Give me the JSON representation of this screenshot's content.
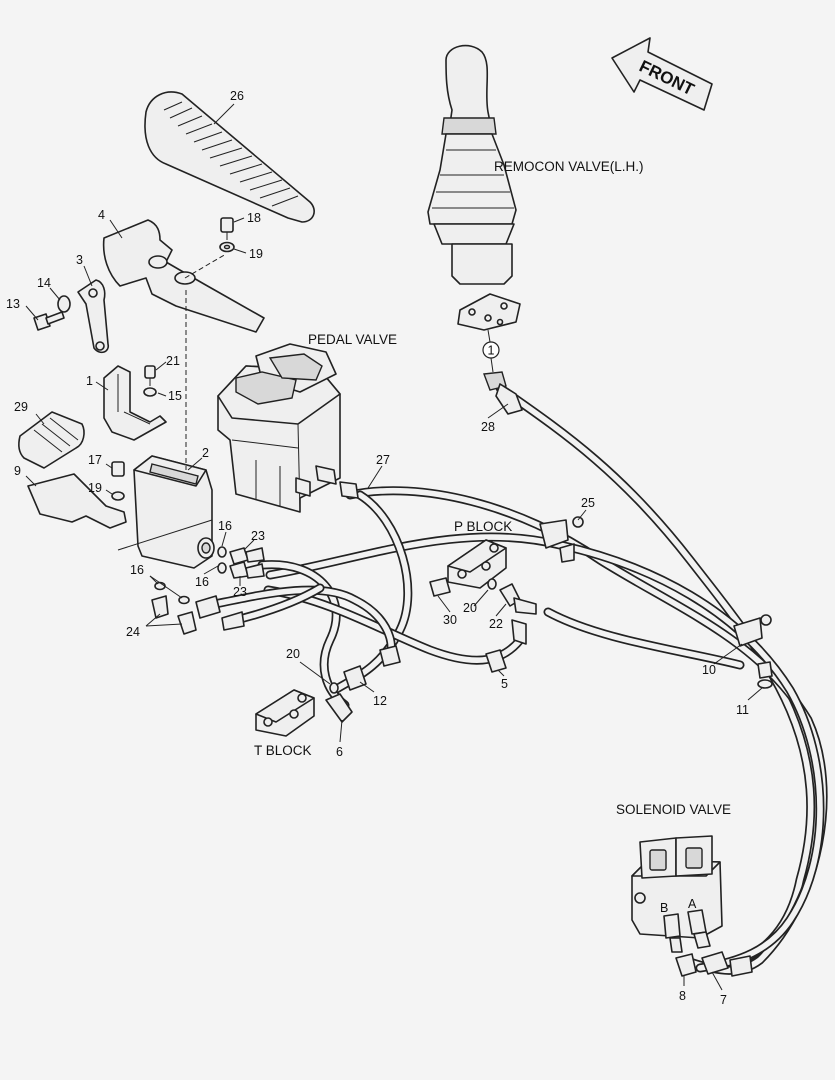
{
  "indicator": {
    "front": "FRONT",
    "circled_part": "1"
  },
  "captions": {
    "remocon_valve": "REMOCON VALVE(L.H.)",
    "pedal_valve": "PEDAL VALVE",
    "p_block": "P BLOCK",
    "t_block": "T BLOCK",
    "solenoid_valve": "SOLENOID VALVE",
    "port_b": "B",
    "port_a": "A"
  },
  "callouts": [
    {
      "id": "c26",
      "text": "26"
    },
    {
      "id": "c18",
      "text": "18"
    },
    {
      "id": "c4",
      "text": "4"
    },
    {
      "id": "c19a",
      "text": "19"
    },
    {
      "id": "c3",
      "text": "3"
    },
    {
      "id": "c14",
      "text": "14"
    },
    {
      "id": "c13",
      "text": "13"
    },
    {
      "id": "c1",
      "text": "1"
    },
    {
      "id": "c21",
      "text": "21"
    },
    {
      "id": "c15",
      "text": "15"
    },
    {
      "id": "c29",
      "text": "29"
    },
    {
      "id": "c2",
      "text": "2"
    },
    {
      "id": "c17",
      "text": "17"
    },
    {
      "id": "c9",
      "text": "9"
    },
    {
      "id": "c19b",
      "text": "19"
    },
    {
      "id": "c16a",
      "text": "16"
    },
    {
      "id": "c23a",
      "text": "23"
    },
    {
      "id": "c16b",
      "text": "16"
    },
    {
      "id": "c16c",
      "text": "16"
    },
    {
      "id": "c23b",
      "text": "23"
    },
    {
      "id": "c24",
      "text": "24"
    },
    {
      "id": "c27",
      "text": "27"
    },
    {
      "id": "c28",
      "text": "28"
    },
    {
      "id": "c25",
      "text": "25"
    },
    {
      "id": "c30",
      "text": "30"
    },
    {
      "id": "c20a",
      "text": "20"
    },
    {
      "id": "c22",
      "text": "22"
    },
    {
      "id": "c5",
      "text": "5"
    },
    {
      "id": "c20b",
      "text": "20"
    },
    {
      "id": "c12",
      "text": "12"
    },
    {
      "id": "c6",
      "text": "6"
    },
    {
      "id": "c10",
      "text": "10"
    },
    {
      "id": "c11",
      "text": "11"
    },
    {
      "id": "c8",
      "text": "8"
    },
    {
      "id": "c7",
      "text": "7"
    }
  ]
}
